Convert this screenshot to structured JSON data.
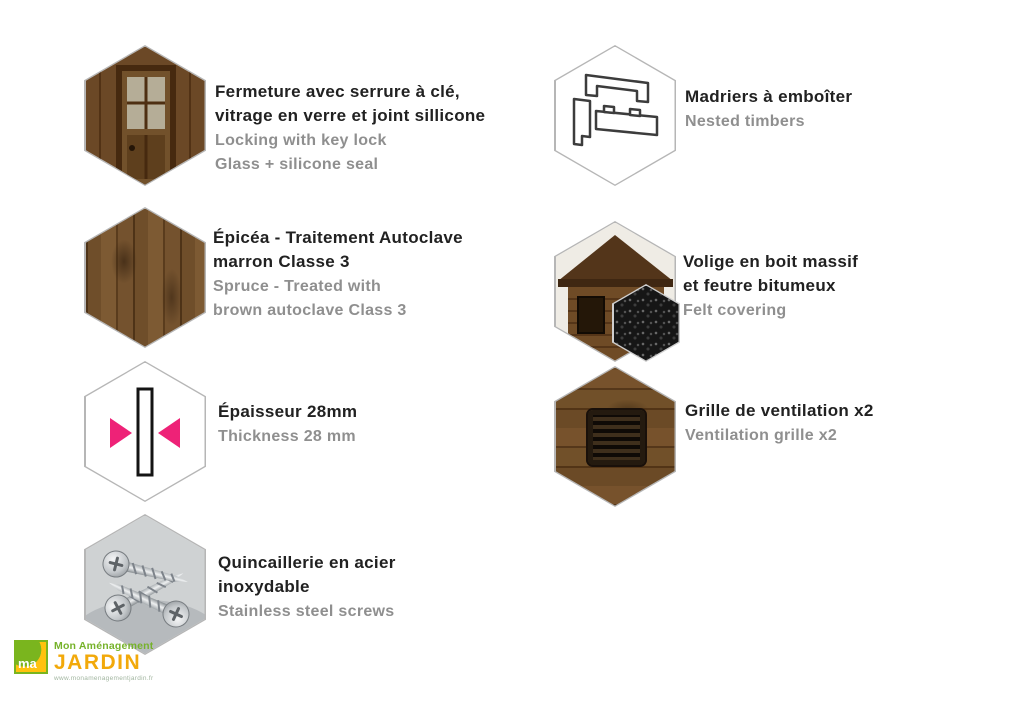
{
  "features": [
    {
      "icon": "door-photo",
      "title": "Fermeture avec serrure à clé,\nvitrage en verre et joint sillicone",
      "subtitle": "Locking with key lock\nGlass + silicone seal"
    },
    {
      "icon": "wood-texture-photo",
      "title": "Épicéa - Traitement Autoclave\nmarron Classe 3",
      "subtitle": "Spruce - Treated with\nbrown autoclave Class 3"
    },
    {
      "icon": "thickness-arrows-icon",
      "title": "Épaisseur 28mm",
      "subtitle": "Thickness 28 mm"
    },
    {
      "icon": "screws-photo",
      "title": "Quincaillerie en acier\ninoxydable",
      "subtitle": "Stainless steel screws"
    },
    {
      "icon": "nested-timbers-drawing",
      "title": "Madriers à emboîter",
      "subtitle": "Nested timbers"
    },
    {
      "icon": "shed-and-felt-photo",
      "title": "Volige en boit massif\net feutre bitumeux",
      "subtitle": "Felt covering"
    },
    {
      "icon": "ventilation-grille-photo",
      "title": "Grille de ventilation x2",
      "subtitle": "Ventilation grille x2"
    }
  ],
  "logo": {
    "icon_text": "ma",
    "line1": "Mon Aménagement",
    "line2": "JARDIN",
    "url": "www.monamenagementjardin.fr"
  },
  "colors": {
    "title_text": "#212121",
    "subtitle_text": "#8f8f8f",
    "accent_pink": "#ee2277",
    "hex_border": "#b6b6b6",
    "wood_brown": "#6f4e2a",
    "logo_green": "#76b22a",
    "logo_yellow": "#f2a90a"
  }
}
